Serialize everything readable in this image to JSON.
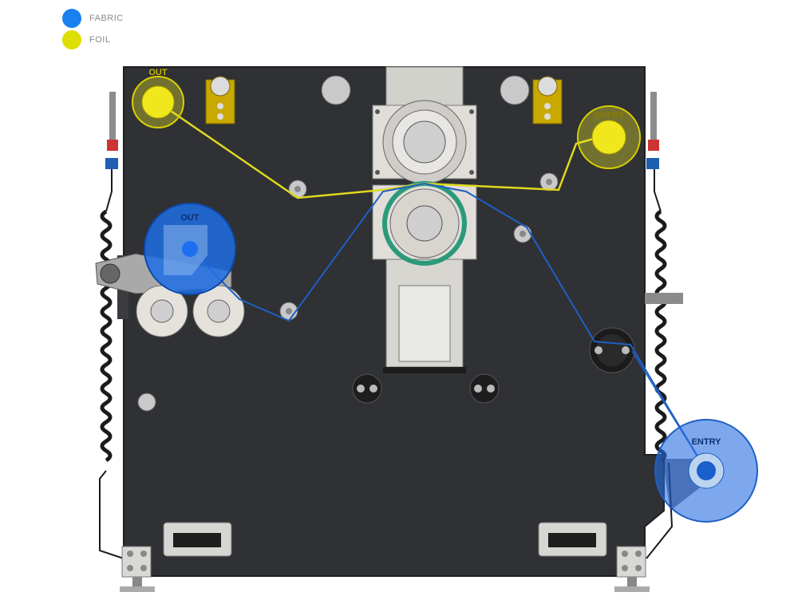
{
  "legend": [
    {
      "label": "FABRIC",
      "color": "#1a7ff0"
    },
    {
      "label": "FOIL",
      "color": "#dede00"
    }
  ],
  "labels": {
    "foil_out": "OUT",
    "foil_entry": "ENTRY",
    "fabric_out": "OUT",
    "fabric_entry": "ENTRY"
  },
  "colors": {
    "machine": "#2f3134",
    "fabric_path": "#1f5fc4",
    "foil_path": "#e0d820",
    "drum_ring": "#2a9a7a",
    "steel": "#d9d9d4"
  }
}
